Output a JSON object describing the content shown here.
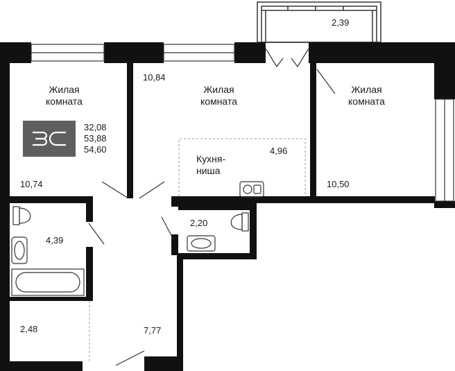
{
  "brand": {
    "logo_text": "ЗС"
  },
  "summary": {
    "living_area": "32,08",
    "total_area": "53,88",
    "area_with_balcony": "54,60"
  },
  "rooms": {
    "living_left": {
      "line1": "Жилая",
      "line2": "комната",
      "area": "10,74"
    },
    "living_center": {
      "line1": "Жилая",
      "line2": "комната",
      "area": "10,84"
    },
    "living_right": {
      "line1": "Жилая",
      "line2": "комната",
      "area": "10,50"
    },
    "kitchen": {
      "line1": "Кухня-",
      "line2": "ниша",
      "area": "4,96"
    },
    "balcony": {
      "area": "2,39"
    },
    "bathroom": {
      "area": "4,39"
    },
    "toilet": {
      "area": "2,20"
    },
    "storage": {
      "area": "2,48"
    },
    "hallway": {
      "area": "7,77"
    }
  },
  "colors": {
    "wall": "#111111",
    "line": "#444444",
    "dashed": "#9a9a9a",
    "badge": "#5f5f5f"
  }
}
